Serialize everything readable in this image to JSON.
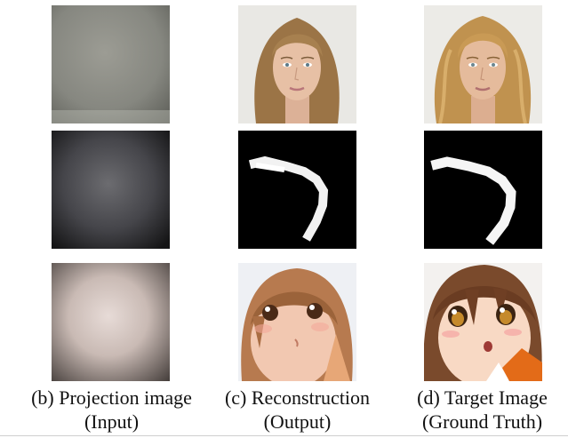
{
  "columns": [
    {
      "caption_line1": "(b) Projection image",
      "caption_line2": "(Input)"
    },
    {
      "caption_line1": "(c) Reconstruction",
      "caption_line2": "(Output)"
    },
    {
      "caption_line1": "(d) Target Image",
      "caption_line2": "(Ground Truth)"
    }
  ],
  "rows": [
    {
      "subject": "realistic-face"
    },
    {
      "subject": "handwritten-digit-seven"
    },
    {
      "subject": "anime-girl-face"
    }
  ]
}
